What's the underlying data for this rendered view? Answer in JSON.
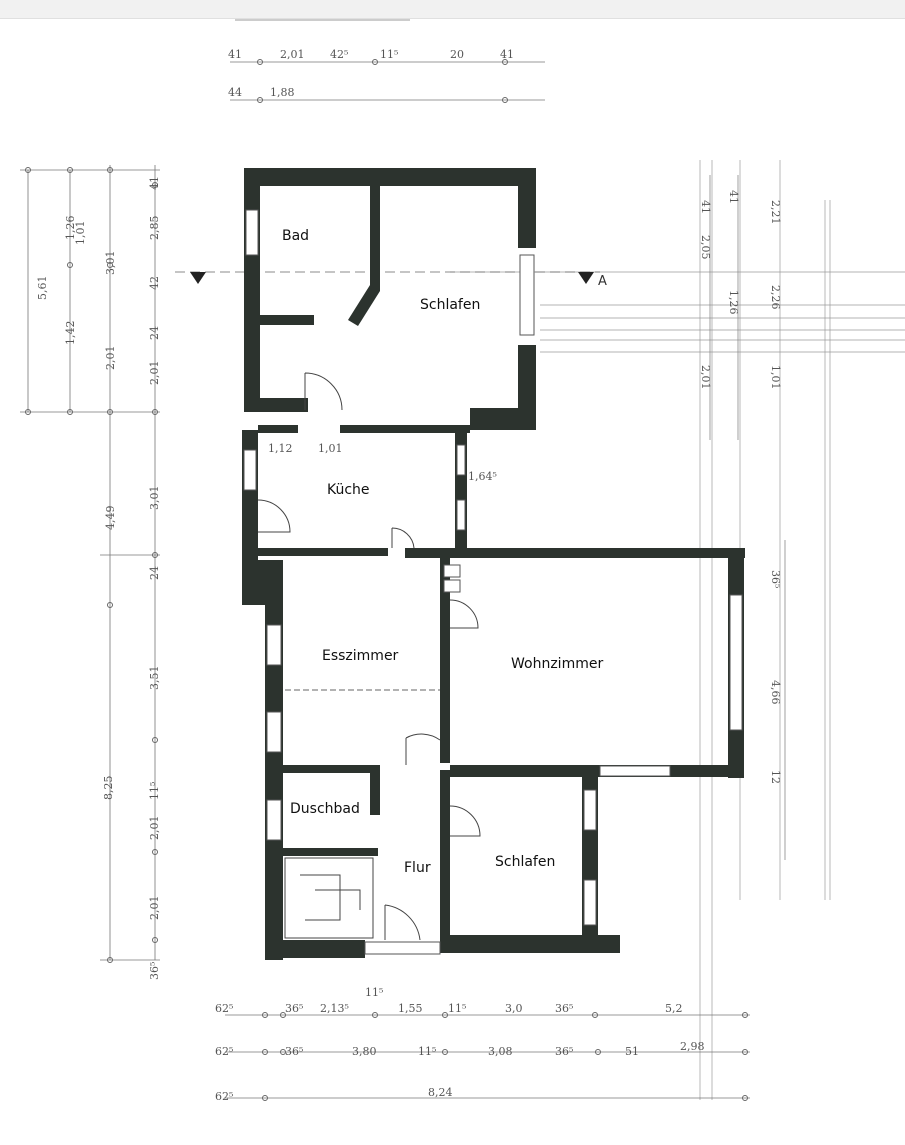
{
  "rooms": {
    "bad": "Bad",
    "schlafen_top": "Schlafen",
    "kueche": "Küche",
    "esszimmer": "Esszimmer",
    "wohnzimmer": "Wohnzimmer",
    "duschbad": "Duschbad",
    "flur": "Flur",
    "schlafen_bottom": "Schlafen"
  },
  "section_marker": "A",
  "dimensions": {
    "top_row_1": [
      "41",
      "2,01",
      "42⁵",
      "11⁵",
      "20",
      "41"
    ],
    "top_row_2": [
      "44",
      "1,88"
    ],
    "bottom_row_1": [
      "62⁵",
      "36⁵",
      "2,13⁵",
      "11⁵",
      "1,55",
      "11⁵",
      "3,0",
      "36⁵",
      "5,2"
    ],
    "bottom_row_2": [
      "62⁵",
      "36⁵",
      "3,80",
      "11⁵",
      "3,08",
      "36⁵",
      "51",
      "2,98"
    ],
    "bottom_row_3": [
      "62⁵",
      "8,24"
    ],
    "left_outer": [
      "5,61",
      "8,25"
    ],
    "left_mid": [
      "1,26",
      "1,01",
      "1,42",
      "3,01",
      "4,49",
      "2,01"
    ],
    "left_inner": [
      "41",
      "2,85",
      "42",
      "24",
      "2,01",
      "3,01",
      "24",
      "3,51",
      "11⁵",
      "2,01",
      "2,01",
      "36⁵"
    ],
    "plan_inner": [
      "1,12",
      "1,01",
      "1,64⁵"
    ],
    "right": [
      "41",
      "41",
      "2,21",
      "2,05",
      "1,26",
      "2,26",
      "2,01",
      "1,01",
      "36⁵",
      "4,66",
      "12"
    ]
  }
}
